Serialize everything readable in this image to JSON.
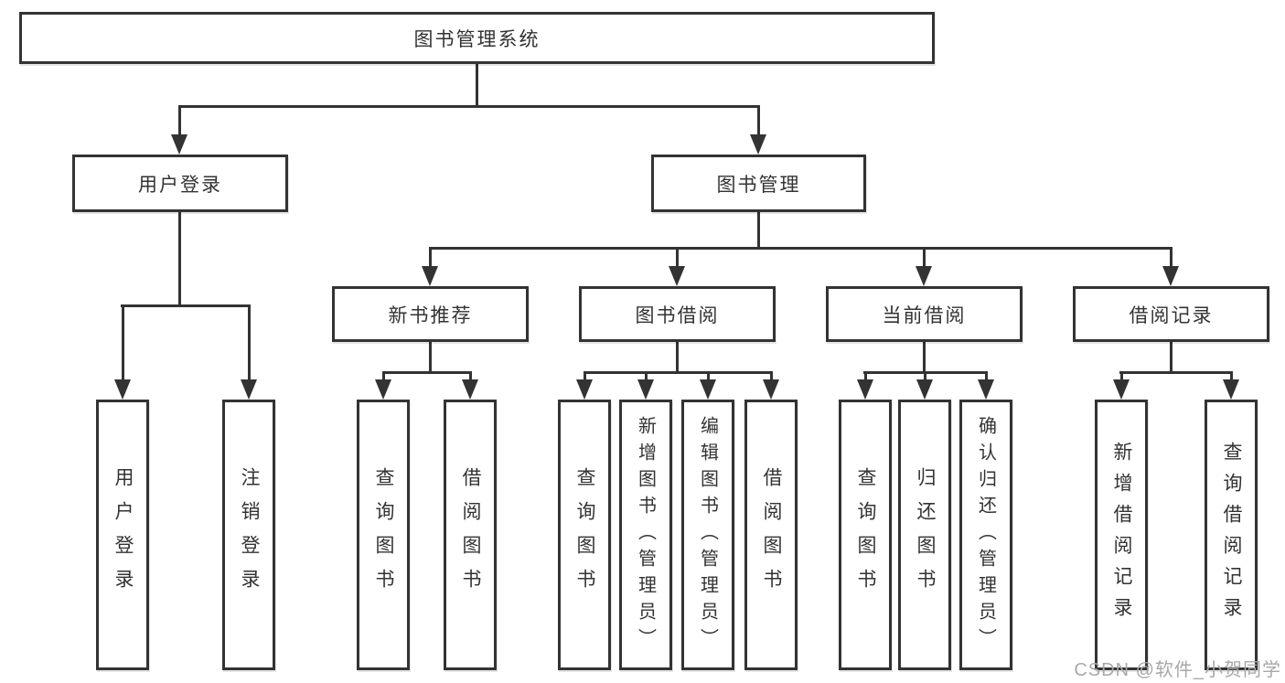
{
  "diagram": {
    "root": {
      "label": "图书管理系统"
    },
    "level2": [
      {
        "id": "user-login",
        "label": "用户登录"
      },
      {
        "id": "book-management",
        "label": "图书管理"
      }
    ],
    "level3": [
      {
        "id": "new-book-recommend",
        "label": "新书推荐",
        "parent": "图书管理"
      },
      {
        "id": "book-borrow",
        "label": "图书借阅",
        "parent": "图书管理"
      },
      {
        "id": "current-borrow",
        "label": "当前借阅",
        "parent": "图书管理"
      },
      {
        "id": "borrow-records",
        "label": "借阅记录",
        "parent": "图书管理"
      }
    ],
    "leaves": [
      {
        "parent": "用户登录",
        "label": "用户登录"
      },
      {
        "parent": "用户登录",
        "label": "注销登录"
      },
      {
        "parent": "新书推荐",
        "label": "查询图书"
      },
      {
        "parent": "新书推荐",
        "label": "借阅图书"
      },
      {
        "parent": "图书借阅",
        "label": "查询图书"
      },
      {
        "parent": "图书借阅",
        "label": "新增图书（管理员）"
      },
      {
        "parent": "图书借阅",
        "label": "编辑图书（管理员）"
      },
      {
        "parent": "图书借阅",
        "label": "借阅图书"
      },
      {
        "parent": "当前借阅",
        "label": "查询图书"
      },
      {
        "parent": "当前借阅",
        "label": "归还图书"
      },
      {
        "parent": "当前借阅",
        "label": "确认归还（管理员）"
      },
      {
        "parent": "借阅记录",
        "label": "新增借阅记录"
      },
      {
        "parent": "借阅记录",
        "label": "查询借阅记录"
      }
    ],
    "watermark": "CSDN @软件_小贺同学",
    "colors": {
      "line": "#333333",
      "text": "#333333",
      "watermark": "#a8a8a8",
      "background": "#ffffff"
    }
  }
}
